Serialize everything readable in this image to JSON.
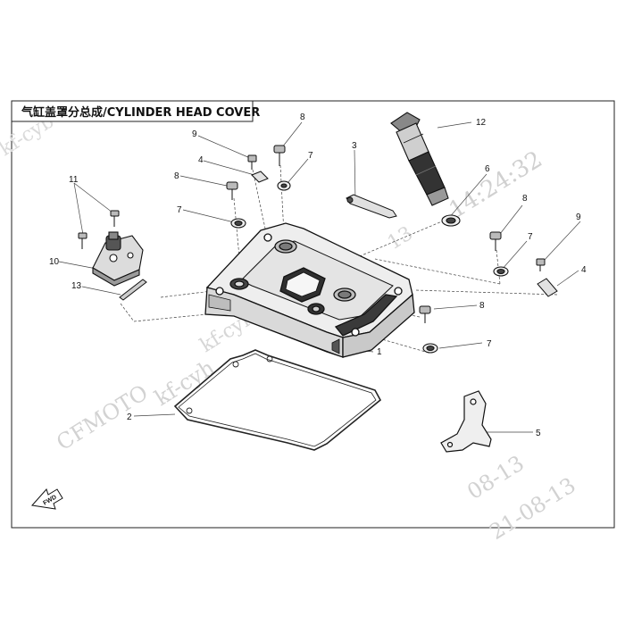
{
  "title": "气缸盖罩分总成/CYLINDER HEAD COVER",
  "watermarks": {
    "brand": "CFMOTO",
    "user_left": "kf-cyb",
    "user_mid": "kf-cyh",
    "user_bottom": "kf-cyh",
    "time": "14:24:32",
    "date_fragment": "08-13",
    "date_mid": "13",
    "date_bottom": "21-08-13"
  },
  "fwd_label": "FWD",
  "callouts": {
    "c1": "1",
    "c2": "2",
    "c3": "3",
    "c4a": "4",
    "c4b": "4",
    "c5": "5",
    "c6": "6",
    "c7a": "7",
    "c7b": "7",
    "c7c": "7",
    "c7d": "7",
    "c8a": "8",
    "c8b": "8",
    "c8c": "8",
    "c8d": "8",
    "c9a": "9",
    "c9b": "9",
    "c10": "10",
    "c11": "11",
    "c12": "12",
    "c13": "13"
  }
}
